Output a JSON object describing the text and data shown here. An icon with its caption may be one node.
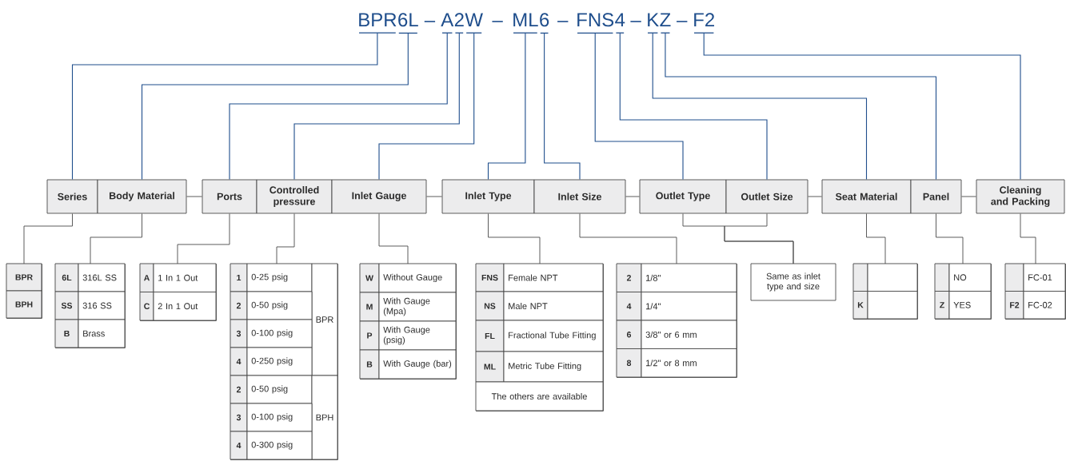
{
  "diagram": {
    "nodes": [
      {
        "text": [
          "BPR"
        ]
      },
      {
        "text": [
          "6L"
        ]
      },
      {
        "text": [
          "A"
        ]
      },
      {
        "text": [
          "2"
        ]
      },
      {
        "text": [
          "W"
        ]
      },
      {
        "text": [
          "ML"
        ]
      },
      {
        "text": [
          "6"
        ]
      },
      {
        "text": [
          "FNS"
        ]
      },
      {
        "text": [
          "4"
        ]
      },
      {
        "text": [
          "K"
        ]
      },
      {
        "text": [
          "Z"
        ]
      },
      {
        "text": [
          "F2"
        ]
      },
      {
        "text": [
          "Series"
        ]
      },
      {
        "text": [
          "Body Material"
        ]
      },
      {
        "text": [
          "Ports"
        ]
      },
      {
        "text": [
          "Controlled pressure"
        ]
      },
      {
        "text": [
          "Inlet Gauge"
        ]
      },
      {
        "text": [
          "Inlet Type"
        ]
      },
      {
        "text": [
          "Inlet Size"
        ]
      },
      {
        "text": [
          "Outlet Type"
        ]
      },
      {
        "text": [
          "Outlet Size"
        ]
      },
      {
        "text": [
          "Seat Material"
        ]
      },
      {
        "text": [
          "Panel"
        ]
      },
      {
        "text": [
          "Cleaning and Packing"
        ]
      },
      {
        "text": [
          "BPR",
          "BPH"
        ]
      },
      {
        "text": [
          "6L",
          "316L SS",
          "SS",
          "316 SS",
          "B",
          "Brass"
        ]
      },
      {
        "text": [
          "A",
          "1 In 1 Out",
          "C",
          "2 In 1 Out"
        ]
      },
      {
        "text": [
          "1",
          "0-25 psig",
          "BPR",
          "2",
          "0-50 psig",
          "3",
          "0-100 psig",
          "4",
          "0-250 psig",
          "2",
          "0-50 psig",
          "BPH",
          "3",
          "0-100 psig",
          "4",
          "0-300 psig"
        ]
      },
      {
        "text": [
          "W",
          "Without Gauge",
          "M",
          "With Gauge (Mpa)",
          "P",
          "With Gauge (psig)",
          "B",
          "With Gauge (bar)"
        ]
      },
      {
        "text": [
          "FNS",
          "Female NPT",
          "NS",
          "Male NPT",
          "FL",
          "Fractional Tube Fitting",
          "ML",
          "Metric Tube Fitting",
          "The others are available"
        ]
      },
      {
        "text": [
          "2",
          "1/8\"",
          "4",
          "1/4\"",
          "6",
          "3/8\" or 6 mm",
          "8",
          "1/2\" or 8 mm"
        ]
      },
      {
        "text": [
          "Same as inlet type and size"
        ]
      },
      {
        "text": [
          "K"
        ]
      },
      {
        "text": [
          "NO",
          "Z",
          "YES"
        ]
      },
      {
        "text": [
          "FC-01",
          "F2",
          "FC-02"
        ]
      }
    ],
    "edges": [
      {
        "from": 0,
        "to": 12,
        "arrow": "none",
        "color": "#1f4e8c"
      },
      {
        "from": 1,
        "to": 13,
        "arrow": "none",
        "color": "#1f4e8c"
      },
      {
        "from": 2,
        "to": 14,
        "arrow": "none",
        "color": "#1f4e8c"
      },
      {
        "from": 3,
        "to": 15,
        "arrow": "none",
        "color": "#1f4e8c"
      },
      {
        "from": 4,
        "to": 16,
        "arrow": "none",
        "color": "#1f4e8c"
      },
      {
        "from": 5,
        "to": 17,
        "arrow": "none",
        "color": "#1f4e8c"
      },
      {
        "from": 6,
        "to": 18,
        "arrow": "none",
        "color": "#1f4e8c"
      },
      {
        "from": 7,
        "to": 19,
        "arrow": "none",
        "color": "#1f4e8c"
      },
      {
        "from": 8,
        "to": 20,
        "arrow": "none",
        "color": "#1f4e8c"
      },
      {
        "from": 9,
        "to": 21,
        "arrow": "none",
        "color": "#1f4e8c"
      },
      {
        "from": 10,
        "to": 22,
        "arrow": "none",
        "color": "#1f4e8c"
      },
      {
        "from": 11,
        "to": 23,
        "arrow": "none",
        "color": "#1f4e8c"
      },
      {
        "from": 13,
        "to": 14,
        "arrow": "none"
      },
      {
        "from": 16,
        "to": 17,
        "arrow": "none"
      },
      {
        "from": 18,
        "to": 19,
        "arrow": "none"
      },
      {
        "from": 20,
        "to": 21,
        "arrow": "none"
      },
      {
        "from": 22,
        "to": 23,
        "arrow": "none"
      },
      {
        "from": 12,
        "to": 24,
        "arrow": "none"
      },
      {
        "from": 13,
        "to": 25,
        "arrow": "none"
      },
      {
        "from": 14,
        "to": 26,
        "arrow": "none"
      },
      {
        "from": 15,
        "to": 27,
        "arrow": "none"
      },
      {
        "from": 16,
        "to": 28,
        "arrow": "none"
      },
      {
        "from": 17,
        "to": 29,
        "arrow": "none"
      },
      {
        "from": 18,
        "to": 30,
        "arrow": "none"
      },
      {
        "from": 19,
        "to": 31,
        "arrow": "none"
      },
      {
        "from": 20,
        "to": 31,
        "arrow": "none"
      },
      {
        "from": 21,
        "to": 32,
        "arrow": "none"
      },
      {
        "from": 22,
        "to": 33,
        "arrow": "none"
      },
      {
        "from": 23,
        "to": 34,
        "arrow": "none"
      }
    ],
    "labels": [
      "–",
      "–",
      "–",
      "–",
      "–"
    ]
  }
}
